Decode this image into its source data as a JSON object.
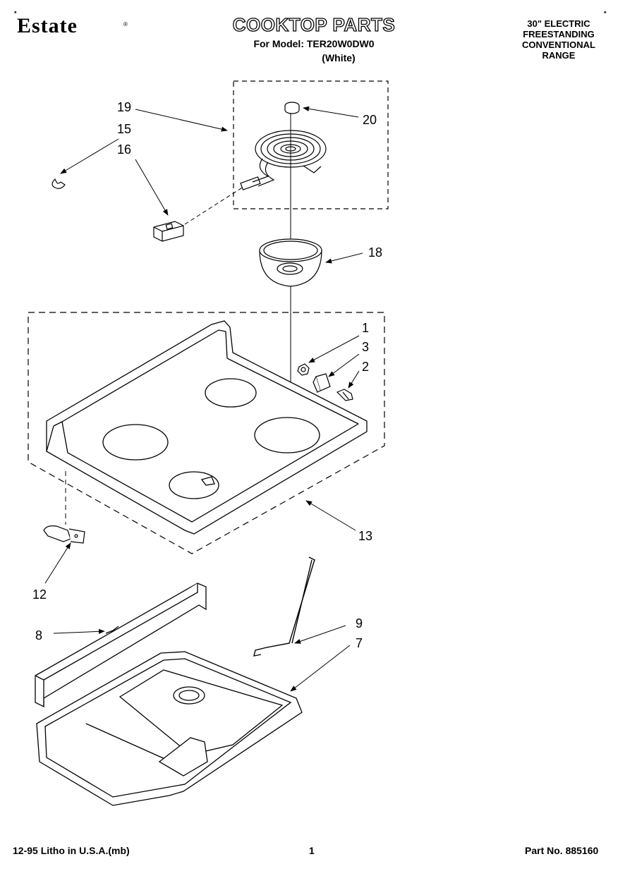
{
  "header": {
    "brand": "Estate",
    "brand_mark": "®",
    "title": "COOKTOP PARTS",
    "model_line": "For Model: TER20W0DW0",
    "color_line": "(White)",
    "range_lines": [
      "30\" ELECTRIC",
      "FREESTANDING",
      "CONVENTIONAL",
      "RANGE"
    ],
    "corner_marks": [
      "*",
      "*"
    ]
  },
  "footer": {
    "litho": "12-95 Litho in U.S.A.(mb)",
    "page_number": "1",
    "part_number": "Part No. 885160"
  },
  "callouts": {
    "c1": "1",
    "c2": "2",
    "c3": "3",
    "c7": "7",
    "c8": "8",
    "c9": "9",
    "c12": "12",
    "c13": "13",
    "c15": "15",
    "c16": "16",
    "c18": "18",
    "c19": "19",
    "c20": "20"
  },
  "icons": {
    "brand_logo": "estate-logo",
    "diagram": "exploded-parts-illustration"
  }
}
